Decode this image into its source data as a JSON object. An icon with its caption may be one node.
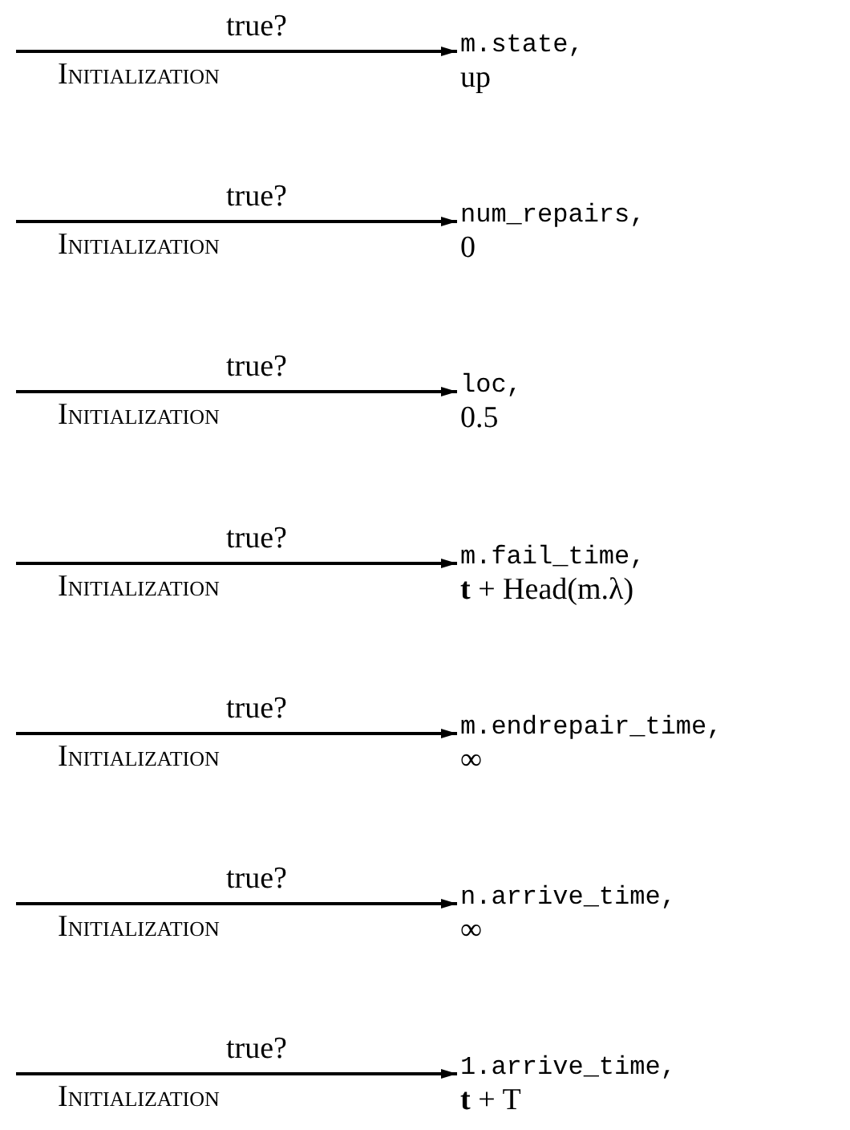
{
  "diagram": {
    "nodes": [
      {
        "text": [
          "m.state,",
          "up"
        ]
      },
      {
        "text": [
          "num_repairs,",
          "0"
        ]
      },
      {
        "text": [
          "loc,",
          "0.5"
        ]
      },
      {
        "text": [
          "m.fail_time,",
          "**t** + Head(m.λ)"
        ]
      },
      {
        "text": [
          "m.endrepair_time,",
          "∞"
        ]
      },
      {
        "text": [
          "n.arrive_time,",
          "∞"
        ]
      },
      {
        "text": [
          "1.arrive_time,",
          "**t** + T"
        ]
      }
    ],
    "edges": [
      {
        "from": null,
        "to": 0,
        "arrow": "to",
        "label": "true?"
      },
      {
        "from": null,
        "to": 1,
        "arrow": "to",
        "label": "true?"
      },
      {
        "from": null,
        "to": 2,
        "arrow": "to",
        "label": "true?"
      },
      {
        "from": null,
        "to": 3,
        "arrow": "to",
        "label": "true?"
      },
      {
        "from": null,
        "to": 4,
        "arrow": "to",
        "label": "true?"
      },
      {
        "from": null,
        "to": 5,
        "arrow": "to",
        "label": "true?"
      },
      {
        "from": null,
        "to": 6,
        "arrow": "to",
        "label": "true?"
      }
    ],
    "labels": [
      "Initialization",
      "Initialization",
      "Initialization",
      "Initialization",
      "Initialization",
      "Initialization",
      "Initialization"
    ]
  }
}
